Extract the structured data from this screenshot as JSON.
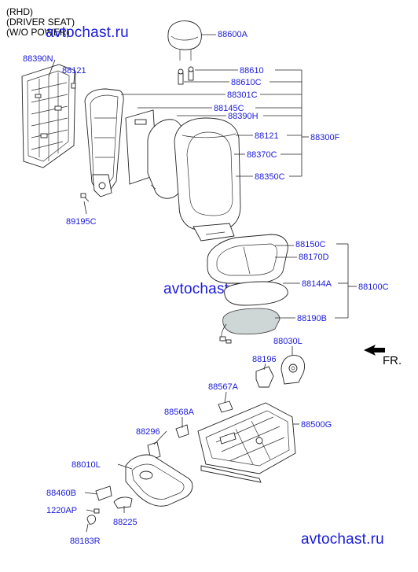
{
  "header": {
    "line1": "(RHD)",
    "line2": "(DRIVER SEAT)",
    "line3": "(W/O POWER)"
  },
  "watermarks": [
    "avtochast.ru",
    "avtochast.ru",
    "avtochast.ru"
  ],
  "direction_label": "FR.",
  "parts": [
    {
      "id": "88600A"
    },
    {
      "id": "88390N"
    },
    {
      "id": "88121"
    },
    {
      "id": "88610"
    },
    {
      "id": "88610C"
    },
    {
      "id": "88301C"
    },
    {
      "id": "88145C"
    },
    {
      "id": "88390H"
    },
    {
      "id": "88121"
    },
    {
      "id": "88300F"
    },
    {
      "id": "88370C"
    },
    {
      "id": "88350C"
    },
    {
      "id": "89195C"
    },
    {
      "id": "88150C"
    },
    {
      "id": "88170D"
    },
    {
      "id": "88144A"
    },
    {
      "id": "88100C"
    },
    {
      "id": "88190B"
    },
    {
      "id": "88030L"
    },
    {
      "id": "88196"
    },
    {
      "id": "88567A"
    },
    {
      "id": "88568A"
    },
    {
      "id": "88500G"
    },
    {
      "id": "88296"
    },
    {
      "id": "88010L"
    },
    {
      "id": "88460B"
    },
    {
      "id": "1220AP"
    },
    {
      "id": "88225"
    },
    {
      "id": "88183R"
    }
  ]
}
